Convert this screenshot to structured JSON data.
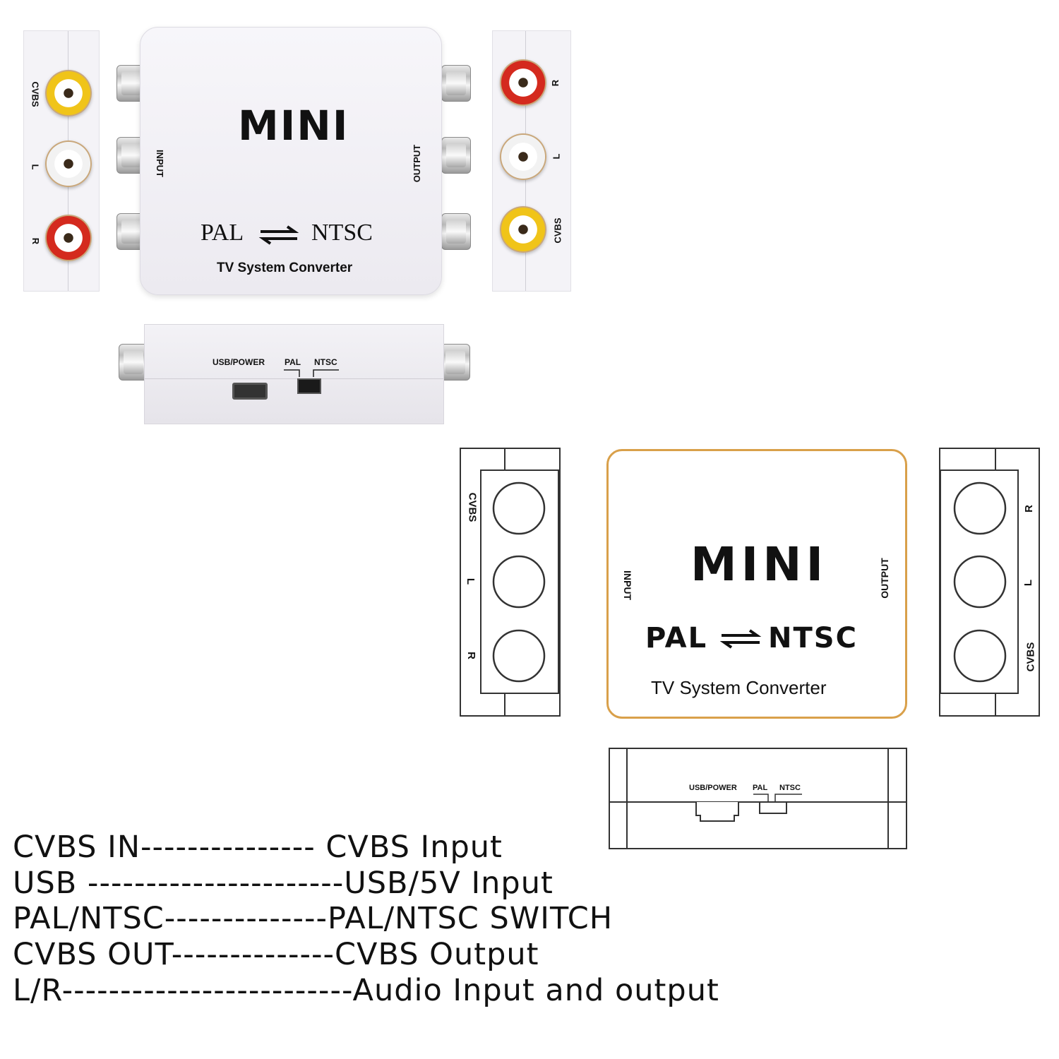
{
  "colors": {
    "diagram_border": "#d9a04a",
    "jack_yellow": "#f0c419",
    "jack_red": "#d42a1e",
    "jack_white": "#f2f2f2",
    "line": "#333333"
  },
  "photo": {
    "front": {
      "brand": "MINI",
      "pal": "PAL",
      "ntsc": "NTSC",
      "subtitle": "TV System Converter",
      "input_label": "INPUT",
      "output_label": "OUTPUT",
      "arrow_icon": "double-arrow-icon"
    },
    "left_panel": {
      "labels": [
        "CVBS",
        "L",
        "R"
      ]
    },
    "right_panel": {
      "labels": [
        "R",
        "L",
        "CVBS"
      ]
    },
    "bottom": {
      "usb_label": "USB/POWER",
      "pal": "PAL",
      "ntsc": "NTSC"
    }
  },
  "diagram": {
    "front": {
      "brand": "MINI",
      "pal": "PAL",
      "ntsc": "NTSC",
      "subtitle": "TV System Converter",
      "input_label": "INPUT",
      "output_label": "OUTPUT"
    },
    "left_panel": {
      "labels": [
        "CVBS",
        "L",
        "R"
      ]
    },
    "right_panel": {
      "labels": [
        "R",
        "L",
        "CVBS"
      ]
    },
    "bottom": {
      "usb_label": "USB/POWER",
      "pal": "PAL",
      "ntsc": "NTSC"
    }
  },
  "legend": [
    "CVBS IN--------------- CVBS Input",
    "USB ----------------------USB/5V Input",
    "PAL/NTSC--------------PAL/NTSC SWITCH",
    "CVBS OUT--------------CVBS Output",
    "L/R-------------------------Audio Input and output"
  ]
}
